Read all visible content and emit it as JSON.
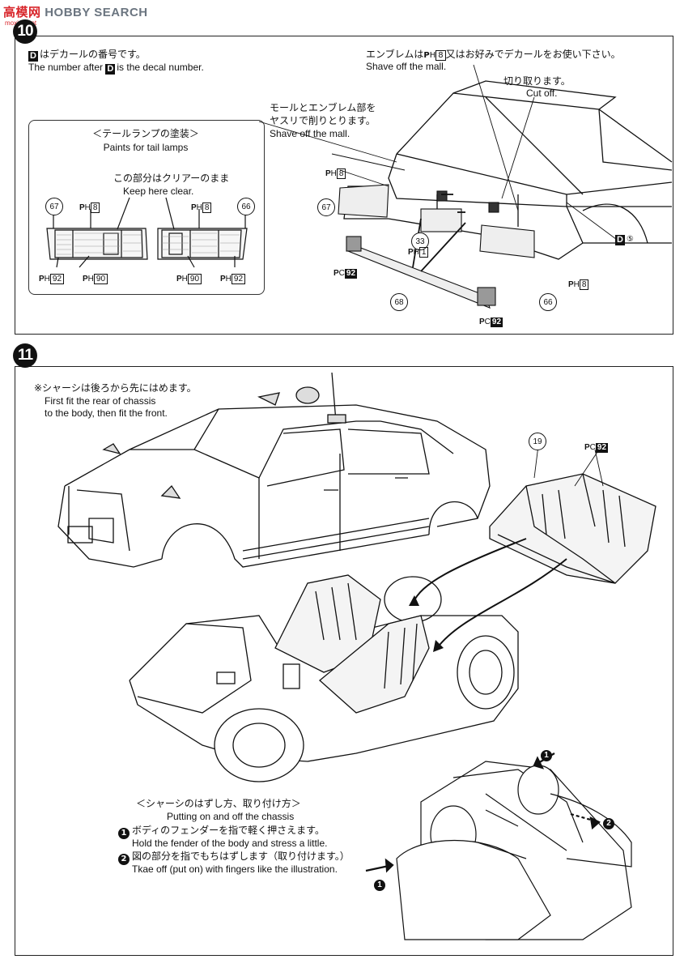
{
  "watermark": {
    "prefix": "高",
    "mid": "模",
    "brand": "网",
    "search": "HOBBY SEARCH",
    "url": "moxing.net"
  },
  "step10": {
    "number": "10",
    "decal_note_jp": "はデカールの番号です。",
    "decal_note_en": "is the decal number.",
    "decal_note_en_prefix": "The number after",
    "d_label": "D",
    "emblem_jp": "エンブレムは",
    "emblem_jp_code": "PH8",
    "emblem_jp_rest": "又はお好みでデカールをお使い下さい。",
    "emblem_en": "Shave off the mall.",
    "cutoff_jp": "切り取ります。",
    "cutoff_en": "Cut off.",
    "mall_jp1": "モールとエンブレム部を",
    "mall_jp2": "ヤスリで削りとります。",
    "mall_en": "Shave off the mall.",
    "tail_title_jp": "＜テールランプの塗装＞",
    "tail_title_en": "Paints for tail lamps",
    "clear_jp": "この部分はクリアーのまま",
    "clear_en": "Keep here clear.",
    "codes": {
      "ph8": "8",
      "ph92": "92",
      "ph90": "90",
      "ph1": "1",
      "pc92": "92",
      "d5": "⑤"
    },
    "parts": {
      "p67": "67",
      "p66": "66",
      "p33": "33",
      "p68": "68"
    }
  },
  "step11": {
    "number": "11",
    "chassis_jp": "※シャーシは後ろから先にはめます。",
    "chassis_en1": "First fit the rear of chassis",
    "chassis_en2": "to the body, then fit the front.",
    "part19": "19",
    "pc92": "92",
    "howto_title_jp": "＜シャーシのはずし方、取り付け方＞",
    "howto_title_en": "Putting on and off the chassis",
    "step1_num": "1",
    "step1_jp": "ボディのフェンダーを指で軽く押さえます。",
    "step1_en": "Hold the fender of the body and stress a little.",
    "step2_num": "2",
    "step2_jp": "図の部分を指でもちはずします（取り付けます。）",
    "step2_en": "Tkae off (put on) with fingers like the illustration."
  }
}
